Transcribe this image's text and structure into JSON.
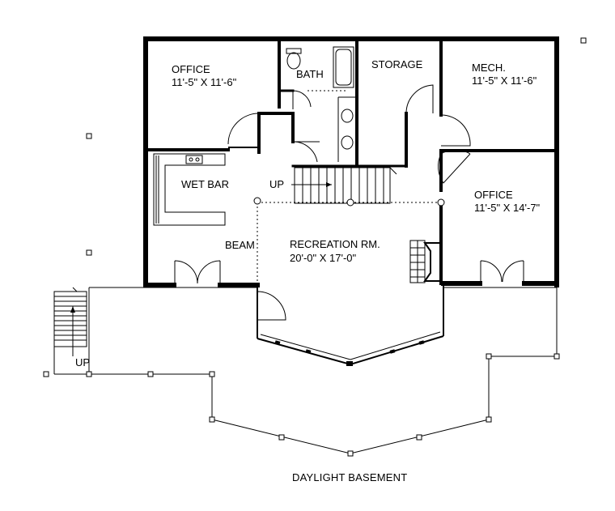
{
  "rooms": {
    "office_top": {
      "name": "OFFICE",
      "size": "11'-5\" X 11'-6\""
    },
    "bath": {
      "name": "BATH"
    },
    "storage": {
      "name": "STORAGE"
    },
    "mech": {
      "name": "MECH.",
      "size": "11'-5\" X 11'-6\""
    },
    "wet_bar": {
      "name": "WET BAR"
    },
    "office_right": {
      "name": "OFFICE",
      "size": "11'-5\" X 14'-7\""
    },
    "recreation": {
      "name": "RECREATION RM.",
      "size": "20'-0\" X 17'-0\""
    }
  },
  "labels": {
    "stair_up": "UP",
    "deck_up": "UP",
    "beam": "BEAM"
  },
  "title": "DAYLIGHT BASEMENT"
}
